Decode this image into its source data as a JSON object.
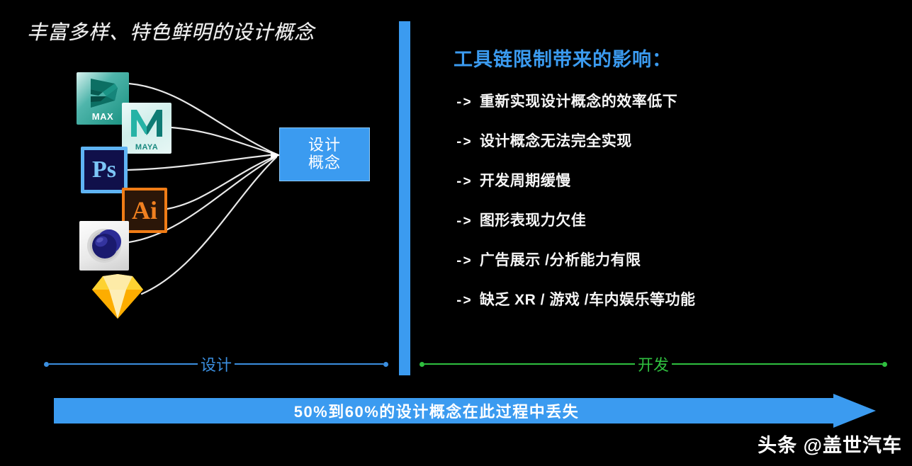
{
  "slide": {
    "title": "丰富多样、特色鲜明的设计概念",
    "background_color": "#000000",
    "accent_blue": "#3b9bf0",
    "accent_green": "#2fbf3f"
  },
  "diagram": {
    "center_box": {
      "line1": "设计",
      "line2": "概念"
    },
    "tools": [
      {
        "name": "3ds-max",
        "label": "MAX"
      },
      {
        "name": "maya",
        "label": "MAYA"
      },
      {
        "name": "photoshop",
        "label": "Ps"
      },
      {
        "name": "illustrator",
        "label": "Ai"
      },
      {
        "name": "cinema4d",
        "label": ""
      },
      {
        "name": "sketch",
        "label": ""
      }
    ]
  },
  "impact": {
    "heading": "工具链限制带来的影响：",
    "arrow": "->",
    "items": [
      {
        "text": "重新实现设计概念的效率低下"
      },
      {
        "text": "设计概念无法完全实现"
      },
      {
        "text": "开发周期缓慢"
      },
      {
        "text": "图形表现力欠佳"
      },
      {
        "text": "广告展示 /分析能力有限"
      },
      {
        "text": "缺乏 XR / 游戏 /车内娱乐等功能"
      }
    ]
  },
  "phases": {
    "design": {
      "label": "设计",
      "color": "#3b8fe0"
    },
    "develop": {
      "label": "开发",
      "color": "#2fbf3f"
    }
  },
  "banner": {
    "text": "50%到60%的设计概念在此过程中丢失",
    "color": "#3b9bf0"
  },
  "watermark": {
    "text": "头条 @盖世汽车"
  }
}
